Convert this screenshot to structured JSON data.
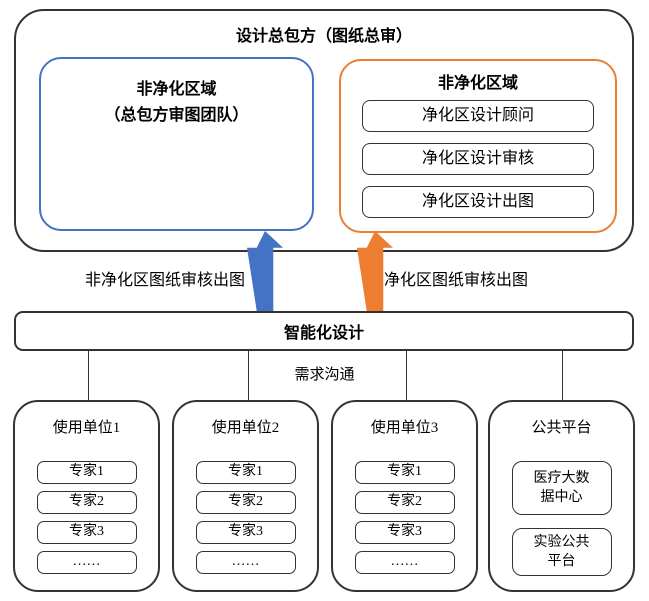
{
  "colors": {
    "accent_blue": "#4472C4",
    "accent_orange": "#ED7D31",
    "line": "#333333"
  },
  "top_section": {
    "title": "设计总包方（图纸总审）",
    "left_box": {
      "line1": "非净化区域",
      "line2": "（总包方审图团队）"
    },
    "right_box": {
      "title": "非净化区域",
      "items": [
        "净化区设计顾问",
        "净化区设计审核",
        "净化区设计出图"
      ]
    }
  },
  "arrows": {
    "left_label": "非净化区图纸审核出图",
    "right_label": "净化区图纸审核出图"
  },
  "middle_bar": {
    "label": "智能化设计"
  },
  "link_label": "需求沟通",
  "bottom_groups": [
    {
      "title": "使用单位1",
      "items": [
        "专家1",
        "专家2",
        "专家3",
        "……"
      ]
    },
    {
      "title": "使用单位2",
      "items": [
        "专家1",
        "专家2",
        "专家3",
        "……"
      ]
    },
    {
      "title": "使用单位3",
      "items": [
        "专家1",
        "专家2",
        "专家3",
        "……"
      ]
    },
    {
      "title": "公共平台",
      "items": [
        "医疗大数\n据中心",
        "实验公共\n平台"
      ]
    }
  ]
}
